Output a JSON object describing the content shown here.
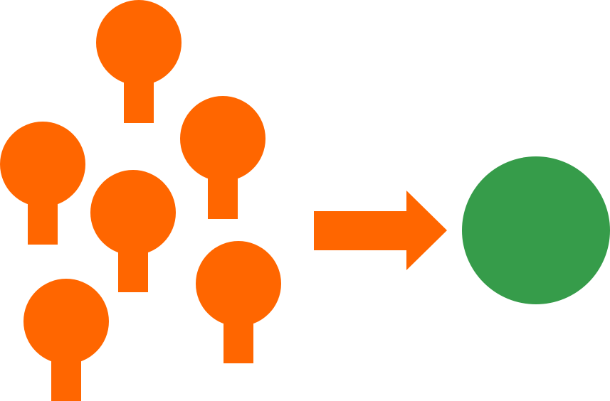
{
  "colors": {
    "background": "#ffffff",
    "pin": "#ff6600",
    "arrow": "#ff6600",
    "target": "#369c4a"
  },
  "diagram": {
    "sources": [
      {
        "name": "pin-1",
        "shape": "pin"
      },
      {
        "name": "pin-2",
        "shape": "pin"
      },
      {
        "name": "pin-3",
        "shape": "pin"
      },
      {
        "name": "pin-4",
        "shape": "pin"
      },
      {
        "name": "pin-5",
        "shape": "pin"
      },
      {
        "name": "pin-6",
        "shape": "pin"
      }
    ],
    "connector": {
      "shape": "arrow",
      "direction": "right",
      "icon": "right-arrow-icon"
    },
    "target": {
      "shape": "circle"
    }
  }
}
